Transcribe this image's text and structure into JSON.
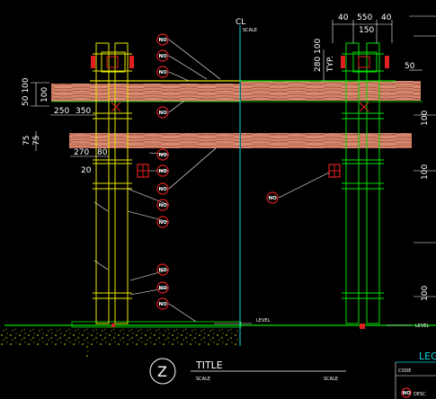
{
  "centerline": {
    "label": "CL",
    "scale": "SCALE"
  },
  "level_label": "LEVEL",
  "title_block": {
    "symbol": "Z",
    "title": "TITLE",
    "scale_left": "SCALE",
    "scale_right": "SCALE"
  },
  "legend": {
    "title": "LEG",
    "code_label": "CODE",
    "desc_label": "DESC"
  },
  "note_tag": "NO",
  "dims": {
    "top_40_left": "40",
    "top_550": "550",
    "top_40_right": "40",
    "top_150": "150",
    "d280_100": "280 100",
    "typ": "TYP.",
    "d50": "50",
    "left_50_100": "50 100",
    "left_100": "100",
    "d250": "250",
    "d350": "350",
    "left_75": "75",
    "left_75b": "75",
    "d270": "270",
    "d80": "80",
    "d20": "20",
    "right_100_a": "100",
    "right_100_b": "100",
    "right_100_c": "100"
  },
  "colors": {
    "post": "#e8e800",
    "right_post": "#00e000",
    "beam_fill": "#d88a73",
    "cyan": "#00d8e0",
    "tag_ring": "#e02020"
  }
}
